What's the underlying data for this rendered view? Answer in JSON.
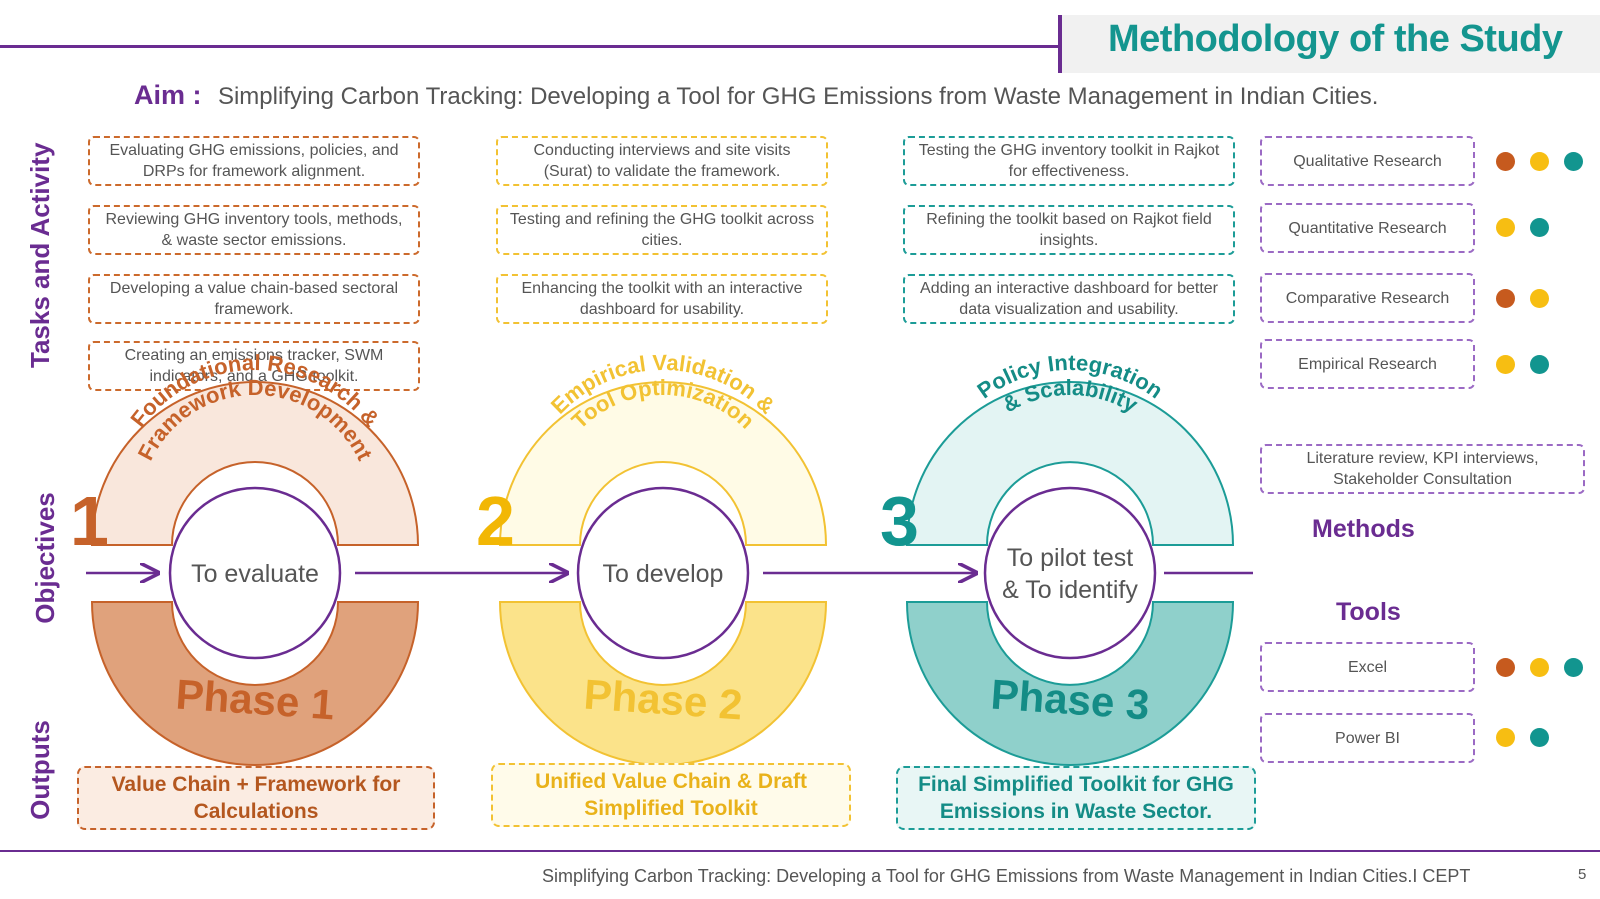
{
  "header": {
    "title": "Methodology of the Study",
    "aim_label": "Aim :",
    "aim_text": "Simplifying Carbon Tracking: Developing a Tool for GHG Emissions from Waste Management in Indian Cities."
  },
  "side_labels": {
    "tasks": "Tasks and Activity",
    "objectives": "Objectives",
    "outputs": "Outputs"
  },
  "colors": {
    "purple": "#6a2c91",
    "orange": "#c65a1e",
    "yellow": "#f7be12",
    "teal": "#12958f"
  },
  "tasks": {
    "phase1": [
      "Evaluating GHG emissions, policies, and DRPs for framework alignment.",
      "Reviewing GHG inventory tools, methods, & waste sector emissions.",
      "Developing a value chain-based sectoral framework.",
      "Creating an emissions tracker, SWM indicators, and a GHG toolkit."
    ],
    "phase2": [
      "Conducting interviews and site visits (Surat) to validate the framework.",
      "Testing and refining the GHG toolkit across cities.",
      "Enhancing the toolkit with an interactive dashboard for usability."
    ],
    "phase3": [
      "Testing the GHG inventory toolkit in Rajkot for effectiveness.",
      "Refining the toolkit based on Rajkot field insights.",
      "Adding an interactive dashboard for better data visualization and usability."
    ]
  },
  "phases": [
    {
      "number": "1",
      "arc_line1": "Foundational Research &",
      "arc_line2": "Framework Development",
      "objective": "To evaluate",
      "objective_line2": "",
      "label": "Phase 1"
    },
    {
      "number": "2",
      "arc_line1": "Empirical Validation &",
      "arc_line2": "Tool Optimization",
      "objective": "To develop",
      "objective_line2": "",
      "label": "Phase 2"
    },
    {
      "number": "3",
      "arc_line1": "Policy Integration",
      "arc_line2": "& Scalability",
      "objective": "To pilot test",
      "objective_line2": "& To identify",
      "label": "Phase 3"
    }
  ],
  "research_types": [
    {
      "label": "Qualitative Research",
      "dots": [
        "orange",
        "yellow",
        "teal"
      ]
    },
    {
      "label": "Quantitative Research",
      "dots": [
        "yellow",
        "teal"
      ]
    },
    {
      "label": "Comparative Research",
      "dots": [
        "orange",
        "yellow"
      ]
    },
    {
      "label": "Empirical Research",
      "dots": [
        "yellow",
        "teal"
      ]
    }
  ],
  "methods": {
    "box_text": "Literature review, KPI interviews, Stakeholder Consultation",
    "heading": "Methods"
  },
  "tools": {
    "heading": "Tools",
    "items": [
      {
        "label": "Excel",
        "dots": [
          "orange",
          "yellow",
          "teal"
        ]
      },
      {
        "label": "Power BI",
        "dots": [
          "yellow",
          "teal"
        ]
      }
    ]
  },
  "outputs": [
    "Value Chain + Framework for Calculations",
    "Unified Value Chain & Draft Simplified Toolkit",
    "Final Simplified Toolkit for GHG Emissions in Waste Sector."
  ],
  "footer": {
    "text": "Simplifying Carbon Tracking: Developing a Tool for GHG Emissions from Waste Management in Indian Cities.I CEPT",
    "page_number": "5"
  }
}
